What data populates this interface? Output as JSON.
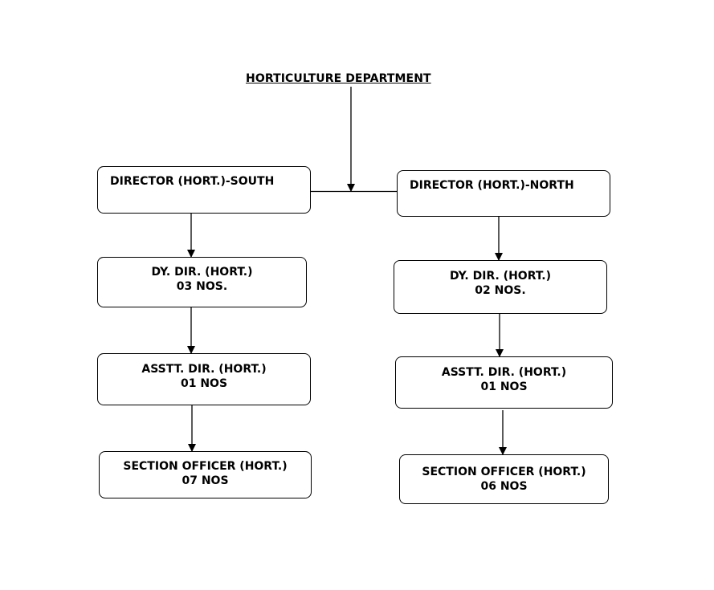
{
  "title": "HORTICULTURE DEPARTMENT",
  "south": {
    "director": "DIRECTOR (HORT.)-SOUTH",
    "deputy": {
      "role": "DY. DIR. (HORT.)",
      "count": "03 NOS."
    },
    "assistant": {
      "role": "ASSTT. DIR. (HORT.)",
      "count": "01 NOS"
    },
    "section_officer": {
      "role": "SECTION OFFICER (HORT.)",
      "count": "07 NOS"
    }
  },
  "north": {
    "director": "DIRECTOR (HORT.)-NORTH",
    "deputy": {
      "role": "DY. DIR. (HORT.)",
      "count": "02 NOS."
    },
    "assistant": {
      "role": "ASSTT. DIR. (HORT.)",
      "count": "01 NOS"
    },
    "section_officer": {
      "role": "SECTION OFFICER (HORT.)",
      "count": "06 NOS"
    }
  }
}
